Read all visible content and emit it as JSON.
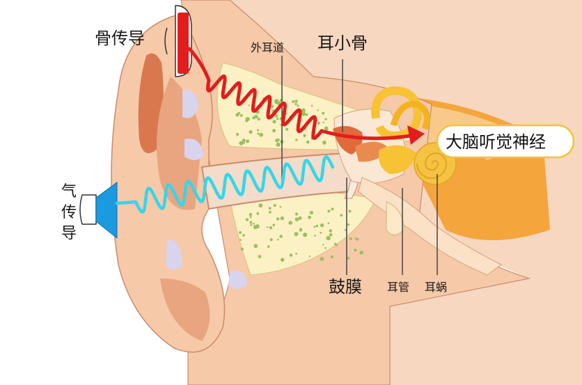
{
  "labels": {
    "bone_conduction": "骨传导",
    "outer_ear_canal": "外耳道",
    "ossicles": "耳小骨",
    "auditory_nerve": "大脑听觉神经",
    "air_conduction_1": "气",
    "air_conduction_2": "传",
    "air_conduction_3": "导",
    "eardrum": "鼓膜",
    "eustachian_tube": "耳管",
    "cochlea": "耳蜗"
  },
  "colors": {
    "skin": "#f6c9a8",
    "skin_dark": "#e8a57f",
    "ear_shadow": "#d9784f",
    "bone": "#fbf1c4",
    "bone_dots": "#9cbf5e",
    "canal": "#f3dcc9",
    "cartilage": "#d9d4ee",
    "ossicle": "#f7c233",
    "cochlea": "#f5c243",
    "brain_area": "#f4a53c",
    "bone_wave": "#e11d1d",
    "air_wave": "#35d6ea",
    "speaker": "#1b9ae0",
    "label_border": "#f0c33c"
  },
  "icons": {
    "bone_device": "bone-conduction-headphone-icon",
    "air_speaker": "air-speaker-icon"
  }
}
